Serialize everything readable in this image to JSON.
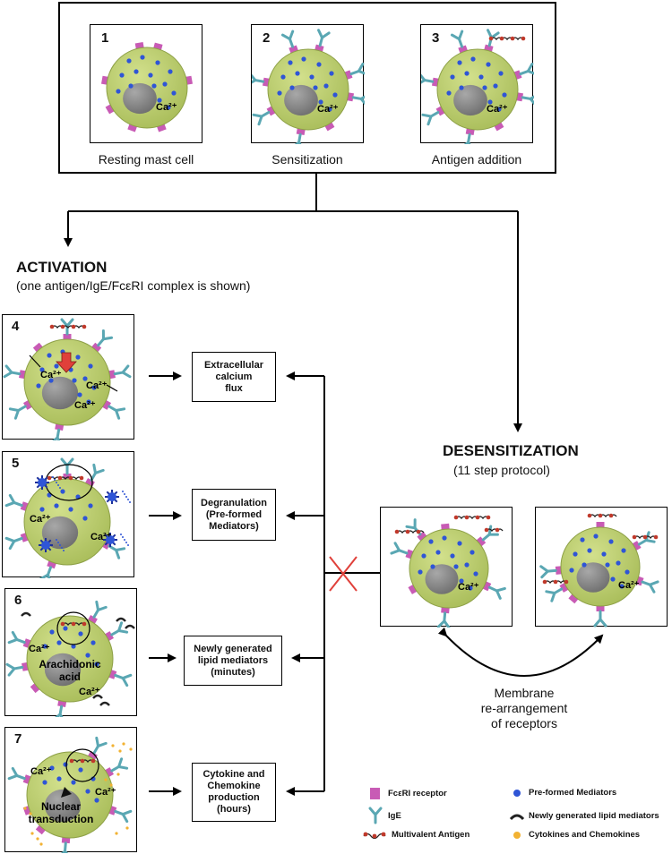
{
  "top": {
    "panels": [
      {
        "number": "1",
        "label": "Resting mast cell"
      },
      {
        "number": "2",
        "label": "Sensitization"
      },
      {
        "number": "3",
        "label": "Antigen addition"
      }
    ]
  },
  "activation": {
    "title": "ACTIVATION",
    "subtitle": "(one antigen/IgE/FcεRI complex is shown)",
    "steps": [
      {
        "number": "4",
        "result": "Extracellular\ncalcium\nflux"
      },
      {
        "number": "5",
        "result": "Degranulation\n(Pre-formed\nMediators)"
      },
      {
        "number": "6",
        "result": "Newly generated\nlipid mediators\n(minutes)"
      },
      {
        "number": "7",
        "result": "Cytokine and\nChemokine\nproduction\n(hours)"
      }
    ]
  },
  "desensitization": {
    "title": "DESENSITIZATION",
    "subtitle": "(11 step protocol)",
    "membrane_text": "Membrane\nre-arrangement\nof receptors"
  },
  "cell_labels": {
    "calcium": "Ca²⁺",
    "arachidonic": "Arachidonic\nacid",
    "nuclear": "Nuclear\ntransduction"
  },
  "legend": {
    "receptor": "FcεRI receptor",
    "ige": "IgE",
    "antigen": "Multivalent Antigen",
    "preformed": "Pre-formed Mediators",
    "lipid": "Newly generated lipid mediators",
    "cytokines": "Cytokines and Chemokines"
  },
  "colors": {
    "cell": "#a9bd5a",
    "nucleus": "#6f6f6f",
    "receptor": "#c85bb5",
    "ige": "#5aa7b3",
    "granule": "#2f55d6",
    "antigen": "#c0392b",
    "block": "#e0403a",
    "cytokine": "#f2b233"
  }
}
